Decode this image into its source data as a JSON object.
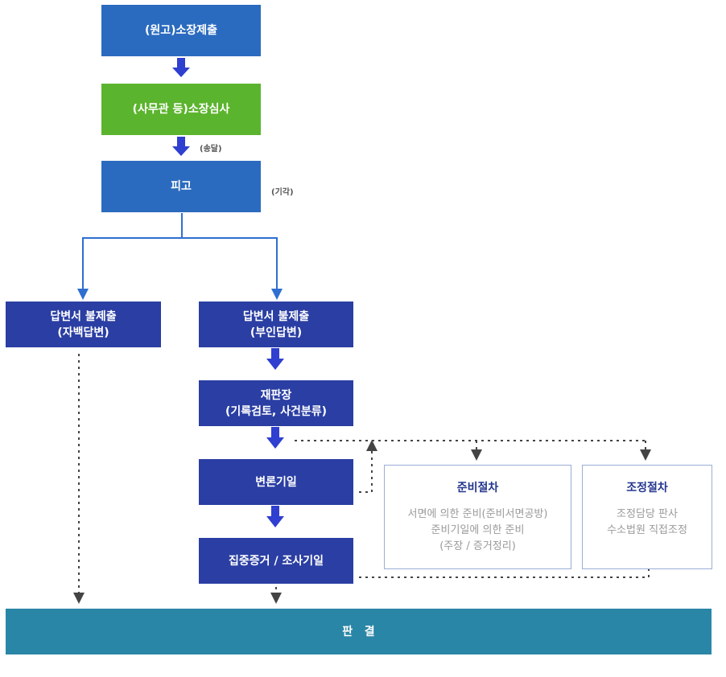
{
  "boxes": {
    "submit": "(원고)소장제출",
    "review": "(사무관 등)소장심사",
    "defendant": "피고",
    "answer_left": {
      "line1": "답변서 불제출",
      "line2": "(자백답변)"
    },
    "answer_right": {
      "line1": "답변서 불제출",
      "line2": "(부인답변)"
    },
    "trial": {
      "line1": "재판장",
      "line2": "(기록검토, 사건분류)"
    },
    "hearing": "변론기일",
    "evidence": "집중증거 / 조사기일",
    "judgment": "판   결"
  },
  "notes": {
    "delivery": "(송달)",
    "dismiss": "(기각)"
  },
  "prep": {
    "title": "준비절차",
    "lines": [
      "서면에 의한 준비(준비서면공방)",
      "준비기일에 의한 준비",
      "(주장 / 증거정리)"
    ]
  },
  "mediation": {
    "title": "조정절차",
    "lines": [
      "조정담당 판사",
      "수소법원 직접조정"
    ]
  },
  "colors": {
    "blue": "#2b6bbf",
    "green": "#5bb42d",
    "navy": "#2a3ea3",
    "teal": "#2a86a6",
    "arrow": "#2f3fcf",
    "dotted": "#444444"
  }
}
